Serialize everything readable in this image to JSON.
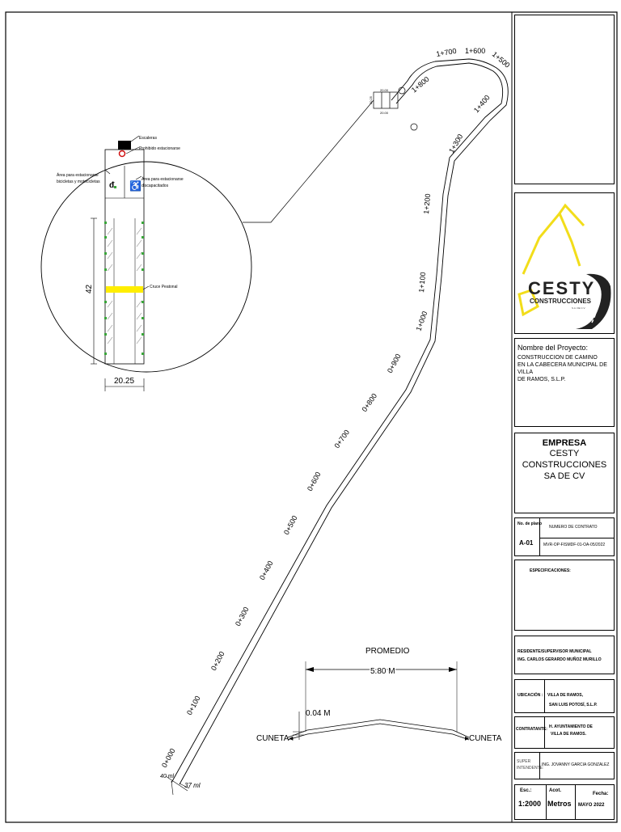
{
  "road": {
    "stations": [
      "0+000",
      "0+100",
      "0+200",
      "0+300",
      "0+400",
      "0+500",
      "0+600",
      "0+700",
      "0+800",
      "0+900",
      "1+000",
      "1+100",
      "1+200",
      "1+300",
      "1+400",
      "1+500",
      "1+600",
      "1+700",
      "1+800"
    ],
    "end_left": "40 ml",
    "end_right": "37 ml",
    "parking_dim_top": "20.00",
    "parking_dim_side": "20.25",
    "parking_dim_bottom": "20.00"
  },
  "detail": {
    "escaleras": "Escaleras",
    "prohibido": "Prohibido estacionarse",
    "area_bicis": "Área para estacionarse bicicletas y motocicletas",
    "area_disc": "Área para estacionarse discapacitados",
    "cruce": "Cruce Peatonal",
    "dim_height": "42",
    "dim_width": "20.25"
  },
  "section": {
    "title": "PROMEDIO",
    "width": "5.80 M",
    "thickness": "0.04 M",
    "left": "CUNETA",
    "right": "CUNETA"
  },
  "logo": {
    "name": "CESTY",
    "sub": "CONSTRUCCIONES",
    "tiny": "S.A. DE C.V."
  },
  "project": {
    "label": "Nombre del Proyecto:",
    "line1": "CONSTRUCCION DE CAMINO",
    "line2": "EN LA CABECERA MUNICIPAL DE VILLA",
    "line3": "DE RAMOS, S.L.P."
  },
  "empresa": {
    "label": "EMPRESA",
    "l1": "CESTY",
    "l2": "CONSTRUCCIONES",
    "l3": "SA DE CV"
  },
  "plano": {
    "label": "No. de plano",
    "value": "A-01",
    "contrato_label": "NUMERO DE CONTRATO",
    "contrato_value": "MVR-OP-FISMDF-01-OA-05/2022"
  },
  "especificaciones": "ESPECIFICACIONES:",
  "residente": {
    "l1": "RESIDENTE/SUPERVISOR MUNICIPAL",
    "l2": "ING. CARLOS GERARDO MUÑOZ MURILLO"
  },
  "ubicacion": {
    "label": "UBICACIÓN :",
    "l1": "VILLA DE RAMOS,",
    "l2": "SAN LUIS POTOSÍ, S.L.P."
  },
  "contratante": {
    "label": "CONTRATANTE:",
    "l1": "H. AYUNTAMIENTO DE",
    "l2": "VILLA DE RAMOS."
  },
  "super": {
    "label1": "SUPER",
    "label2": "INTENDENTE:",
    "value": "ING. JOVANNY GARCIA GONZALEZ"
  },
  "footer": {
    "esc_label": "Esc.:",
    "esc_value": "1:2000",
    "acot_label": "Acot.",
    "acot_value": "Metros",
    "fecha_label": "Fecha:",
    "fecha_value": "MAYO 2022"
  },
  "colors": {
    "yellow": "#ffee00",
    "logo_yellow": "#f2dd1a",
    "green": "#3aa63a",
    "red": "#d01010"
  }
}
